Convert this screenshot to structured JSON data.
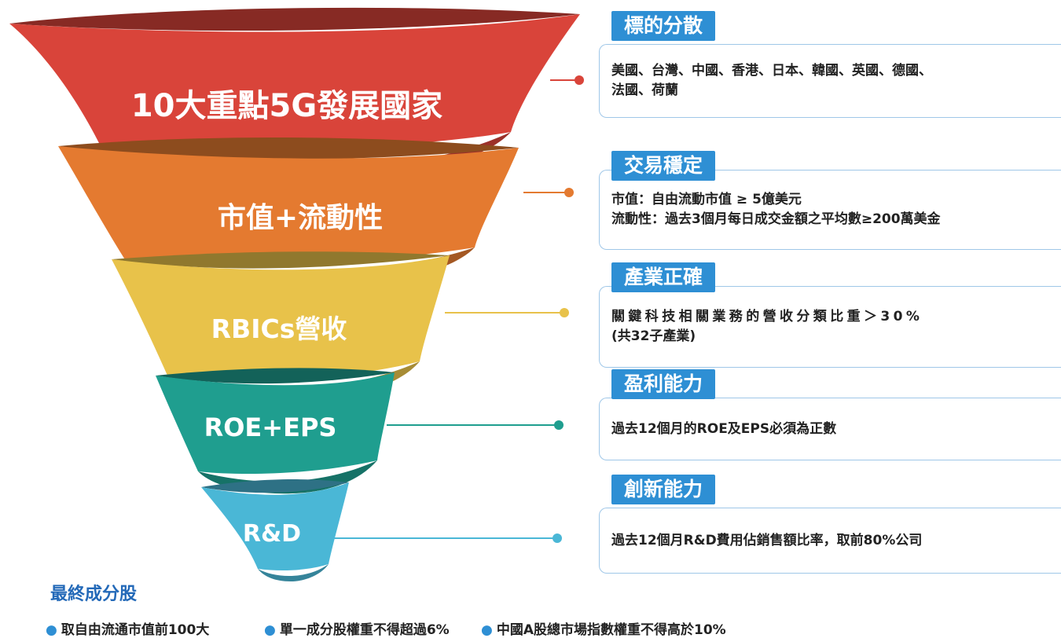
{
  "colors": {
    "red": "#d9443a",
    "orange": "#e47a30",
    "yellow": "#e8c24a",
    "teal": "#1f9e8f",
    "blue": "#4ab7d6",
    "accent_blue": "#2e8fd4",
    "title_blue": "#2369b8"
  },
  "funnel": {
    "bands": [
      {
        "label": "10大重點5G發展國家",
        "color": "red"
      },
      {
        "label": "市值+流動性",
        "color": "orange"
      },
      {
        "label": "RBICs營收",
        "color": "yellow"
      },
      {
        "label": "ROE+EPS",
        "color": "teal"
      },
      {
        "label": "R&D",
        "color": "blue"
      }
    ]
  },
  "criteria": [
    {
      "tag": "標的分散",
      "lines": [
        "美國、台灣、中國、香港、日本、韓國、英國、德國、",
        "法國、荷蘭"
      ]
    },
    {
      "tag": "交易穩定",
      "lines": [
        "市值：自由流動市值 ≥ 5億美元",
        "流動性：過去3個月每日成交金額之平均數≥200萬美金"
      ]
    },
    {
      "tag": "產業正確",
      "lines": [
        "關鍵科技相關業務的營收分類比重＞30%",
        "(共32子產業)"
      ]
    },
    {
      "tag": "盈利能力",
      "lines": [
        "過去12個月的ROE及EPS必須為正數"
      ]
    },
    {
      "tag": "創新能力",
      "lines": [
        "過去12個月R&D費用佔銷售額比率，取前80%公司"
      ]
    }
  ],
  "final": {
    "title": "最終成分股",
    "rules": [
      "取自由流通市值前100大",
      "單一成分股權重不得超過6%",
      "中國A股總市場指數權重不得高於10%"
    ]
  }
}
